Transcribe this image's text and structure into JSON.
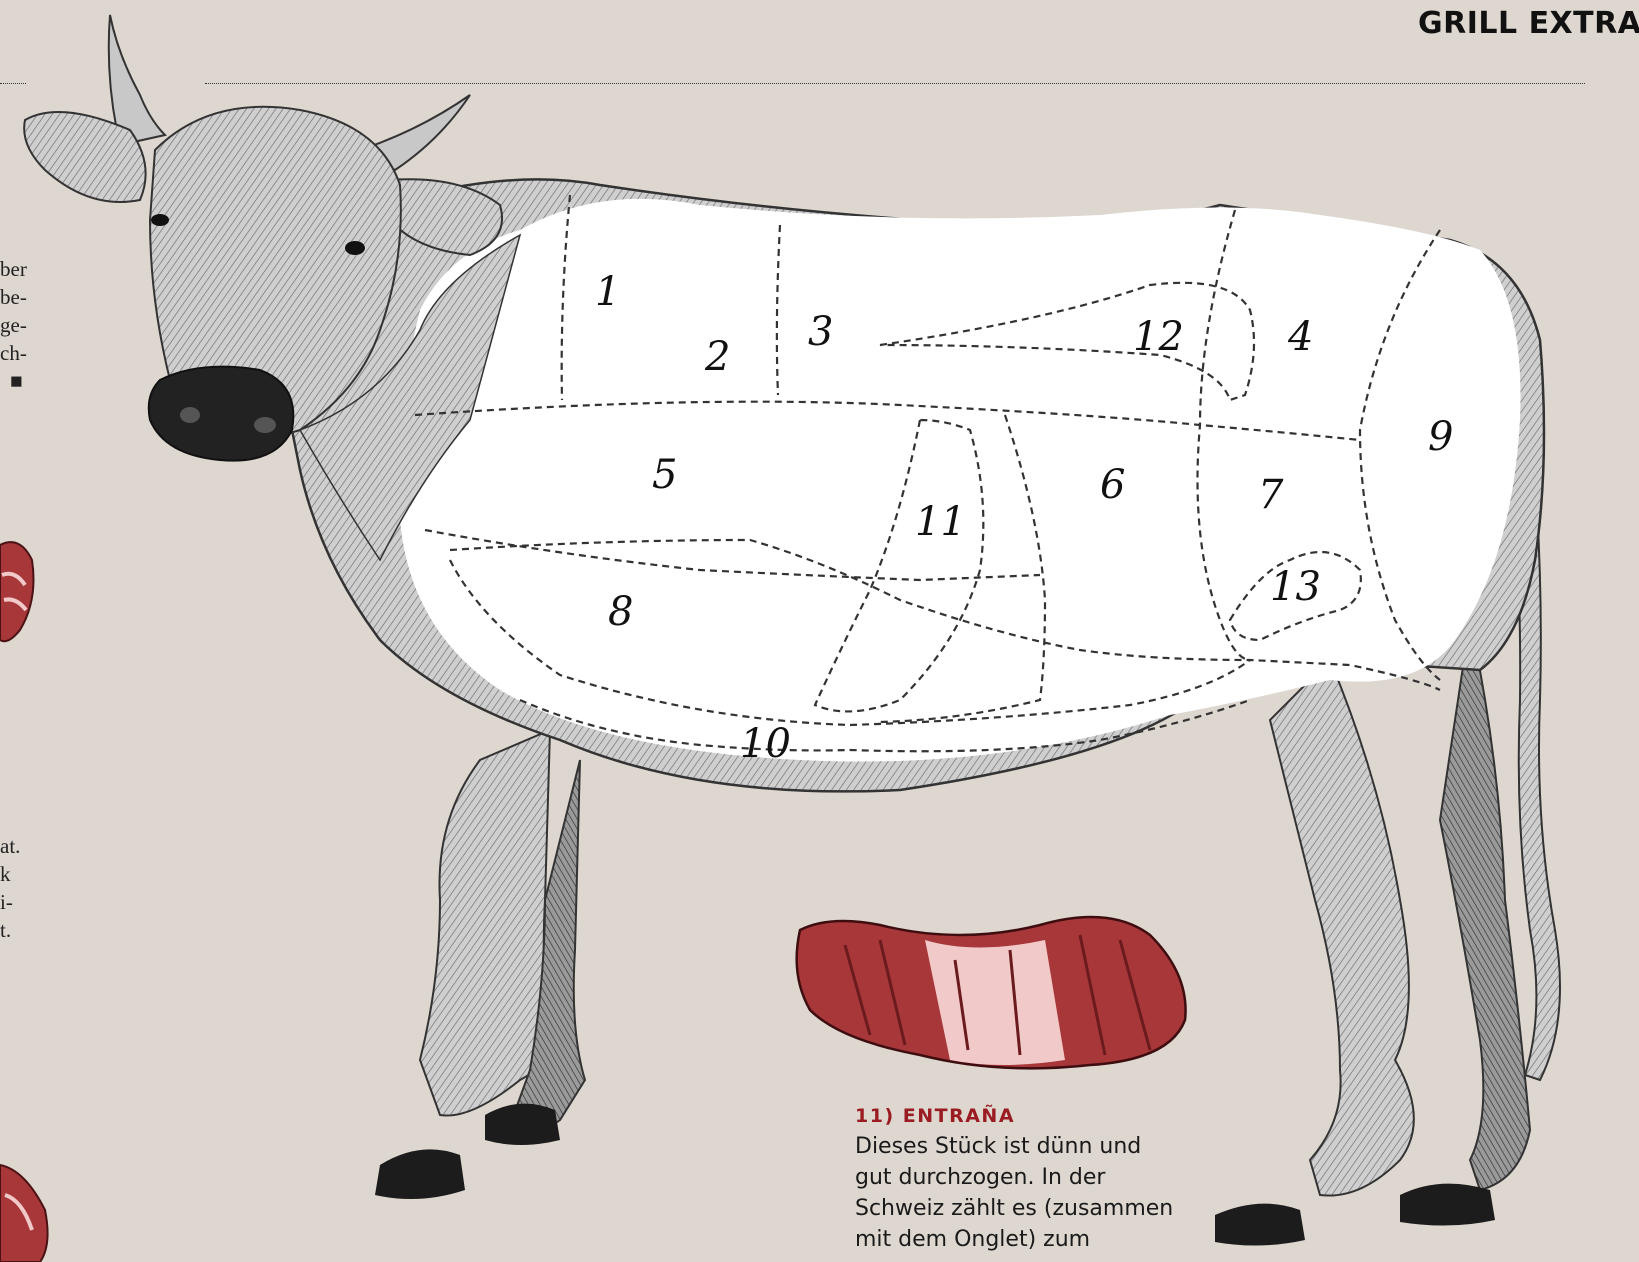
{
  "header": {
    "title": "GRILL EXTRA"
  },
  "left_text_top": [
    "ber",
    "be-",
    "ge-",
    "ch-"
  ],
  "left_text_bottom": [
    "at.",
    "k",
    "i-",
    "",
    "t."
  ],
  "diagram": {
    "cut_numbers": [
      "1",
      "2",
      "3",
      "4",
      "5",
      "6",
      "7",
      "8",
      "9",
      "10",
      "11",
      "12",
      "13"
    ]
  },
  "caption": {
    "title": "11) ENTRAÑA",
    "lines": [
      "Dieses Stück ist dünn und",
      "gut durchzogen. In der",
      "Schweiz zählt es (zusammen",
      "mit dem Onglet) zum"
    ]
  },
  "colors": {
    "background": "#ddd7d0",
    "accent": "#9b1b22",
    "meat": "#a8373a",
    "fat": "#f0c9c8"
  }
}
